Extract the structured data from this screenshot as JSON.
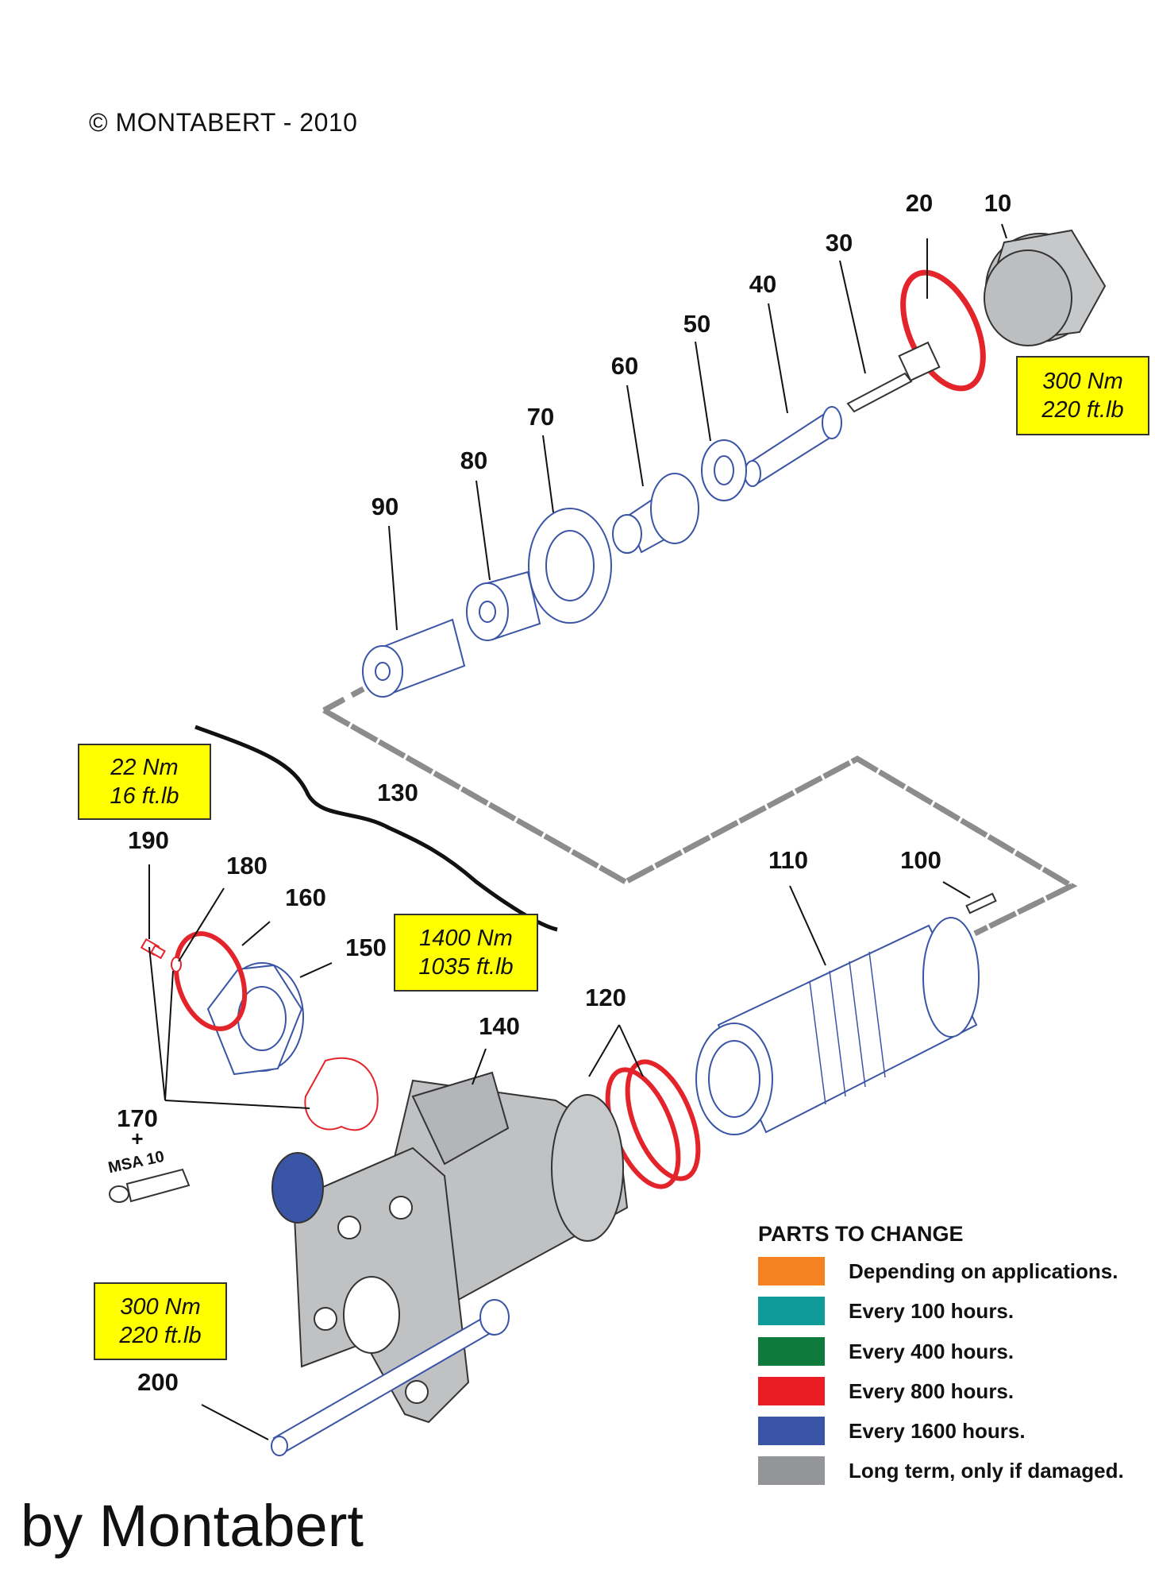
{
  "copyright": "© MONTABERT - 2010",
  "byline": "by Montabert",
  "part_numbers": {
    "p10": "10",
    "p20": "20",
    "p30": "30",
    "p40": "40",
    "p50": "50",
    "p60": "60",
    "p70": "70",
    "p80": "80",
    "p90": "90",
    "p100": "100",
    "p110": "110",
    "p120": "120",
    "p130": "130",
    "p140": "140",
    "p150": "150",
    "p160": "160",
    "p170": "170",
    "p180": "180",
    "p190": "190",
    "p200": "200",
    "plus": "+"
  },
  "tube_label": "MSA 10",
  "torques": {
    "t_top": {
      "nm": "300 Nm",
      "ftlb": "220 ft.lb"
    },
    "t_22": {
      "nm": "22 Nm",
      "ftlb": "16 ft.lb"
    },
    "t_1400": {
      "nm": "1400 Nm",
      "ftlb": "1035 ft.lb"
    },
    "t_bottom": {
      "nm": "300 Nm",
      "ftlb": "220 ft.lb"
    }
  },
  "legend": {
    "title": "PARTS TO CHANGE",
    "items": [
      {
        "label": "Depending on applications.",
        "color": "#f58220"
      },
      {
        "label": "Every 100 hours.",
        "color": "#0f9c98"
      },
      {
        "label": "Every 400 hours.",
        "color": "#0e7a3b"
      },
      {
        "label": "Every 800 hours.",
        "color": "#ec1c24"
      },
      {
        "label": "Every 1600 hours.",
        "color": "#3a55a5"
      },
      {
        "label": "Long term, only if damaged.",
        "color": "#939598"
      }
    ]
  },
  "colors": {
    "red": "#e3242b",
    "blue": "#3a55a5",
    "gray": "#bfc0c2",
    "torque_box": "#ffff00"
  }
}
